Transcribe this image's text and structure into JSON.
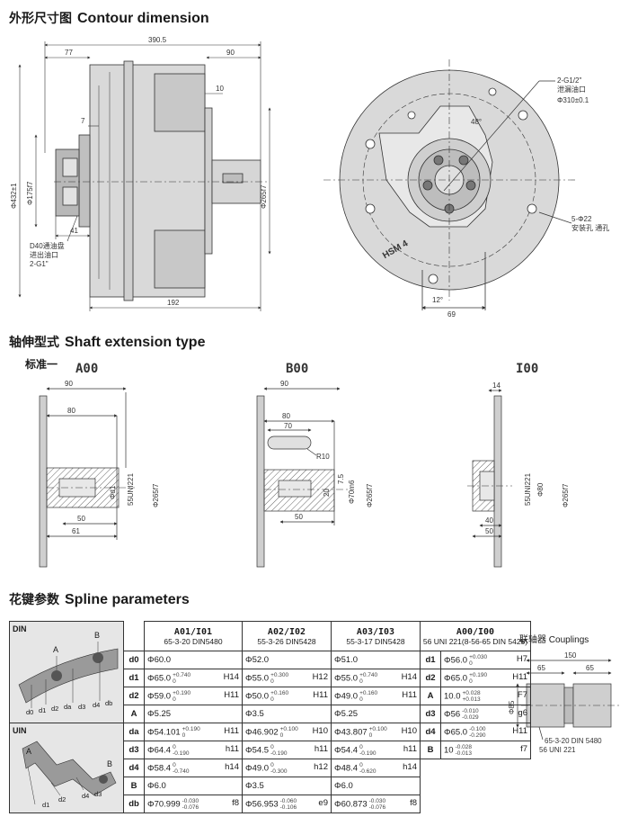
{
  "sections": {
    "contour": {
      "cn": "外形尺寸图",
      "en": "Contour dimension"
    },
    "shaft": {
      "cn": "轴伸型式",
      "en": "Shaft extension type",
      "standard": "标准一"
    },
    "spline": {
      "cn": "花键参数",
      "en": "Spline parameters"
    },
    "couplings": {
      "cn": "联轴器",
      "en": "Couplings"
    }
  },
  "contour": {
    "overall_length": "390.5",
    "d77": "77",
    "d90": "90",
    "d10": "10",
    "d7": "7",
    "d41": "41",
    "d192": "192",
    "dia432": "Φ432±1",
    "dia175": "Φ175f7",
    "dia265": "Φ265f7",
    "port_note": [
      "D40通油盘",
      "进出油口",
      "2-G1\""
    ],
    "drain_note": [
      "2-G1/2\"",
      "泄漏油口"
    ],
    "pcd": "Φ310±0.1",
    "angle48": "48°",
    "angle12": "12°",
    "d69": "69",
    "mount_note": [
      "5-Φ22",
      "安装孔 通孔"
    ],
    "model": "HSM 4"
  },
  "shafts": {
    "a00": {
      "title": "A00",
      "d90": "90",
      "d80": "80",
      "d50": "50",
      "d61": "61",
      "dia_d1": "Φd1",
      "spline": "55UNI221",
      "dia265": "Φ265f7"
    },
    "b00": {
      "title": "B00",
      "d90": "90",
      "d80": "80",
      "d70": "70",
      "r10": "R10",
      "d75": "7.5",
      "d20": "20",
      "dia70": "Φ70m6",
      "d50": "50",
      "dia265": "Φ265f7"
    },
    "i00": {
      "title": "I00",
      "d14": "14",
      "d40": "40",
      "d50": "50",
      "spline": "55UNI221",
      "dia80": "Φ80",
      "dia265": "Φ265f7"
    }
  },
  "spline": {
    "din_label": "DIN",
    "uin_label": "UIN",
    "din_fig_labels": [
      "A",
      "B",
      "d0",
      "d1",
      "d2",
      "da",
      "d3",
      "d4",
      "db"
    ],
    "uin_fig_labels": [
      "A",
      "B",
      "d2",
      "d4",
      "d3",
      "d1"
    ],
    "headers": [
      {
        "model": "A01/I01",
        "std": "65-3-20 DIN5480"
      },
      {
        "model": "A02/I02",
        "std": "55-3-26 DIN5428"
      },
      {
        "model": "A03/I03",
        "std": "55-3-17 DIN5428"
      },
      {
        "model": "A00/I00",
        "std": "56 UNI 221(8-56-65 DIN 5428)"
      }
    ],
    "rows": [
      {
        "sym": "d0",
        "c1": {
          "v": "Φ60.0",
          "t": [
            "",
            ""
          ],
          "f": ""
        },
        "c2": {
          "v": "Φ52.0",
          "t": [
            "",
            ""
          ],
          "f": ""
        },
        "c3": {
          "v": "Φ51.0",
          "t": [
            "",
            ""
          ],
          "f": ""
        },
        "s4": "d1",
        "c4": {
          "v": "Φ56.0",
          "t": [
            "+0.030",
            "0"
          ],
          "f": "H7"
        }
      },
      {
        "sym": "d1",
        "c1": {
          "v": "Φ65.0",
          "t": [
            "+0.740",
            "0"
          ],
          "f": "H14"
        },
        "c2": {
          "v": "Φ55.0",
          "t": [
            "+0.300",
            "0"
          ],
          "f": "H12"
        },
        "c3": {
          "v": "Φ55.0",
          "t": [
            "+0.740",
            "0"
          ],
          "f": "H14"
        },
        "s4": "d2",
        "c4": {
          "v": "Φ65.0",
          "t": [
            "+0.190",
            "0"
          ],
          "f": "H11"
        }
      },
      {
        "sym": "d2",
        "c1": {
          "v": "Φ59.0",
          "t": [
            "+0.190",
            "0"
          ],
          "f": "H11"
        },
        "c2": {
          "v": "Φ50.0",
          "t": [
            "+0.160",
            "0"
          ],
          "f": "H11"
        },
        "c3": {
          "v": "Φ49.0",
          "t": [
            "+0.160",
            "0"
          ],
          "f": "H11"
        },
        "s4": "A",
        "c4": {
          "v": "10.0",
          "t": [
            "+0.028",
            "+0.013"
          ],
          "f": "F7"
        }
      },
      {
        "sym": "A",
        "c1": {
          "v": "Φ5.25",
          "t": [
            "",
            ""
          ],
          "f": ""
        },
        "c2": {
          "v": "Φ3.5",
          "t": [
            "",
            ""
          ],
          "f": ""
        },
        "c3": {
          "v": "Φ5.25",
          "t": [
            "",
            ""
          ],
          "f": ""
        },
        "s4": "d3",
        "c4": {
          "v": "Φ56",
          "t": [
            "-0.010",
            "-0.029"
          ],
          "f": "g6"
        }
      },
      {
        "sym": "da",
        "c1": {
          "v": "Φ54.101",
          "t": [
            "+0.190",
            "0"
          ],
          "f": "H11"
        },
        "c2": {
          "v": "Φ46.902",
          "t": [
            "+0.100",
            "0"
          ],
          "f": "H10"
        },
        "c3": {
          "v": "Φ43.807",
          "t": [
            "+0.100",
            "0"
          ],
          "f": "H10"
        },
        "s4": "d4",
        "c4": {
          "v": "Φ65.0",
          "t": [
            "-0.100",
            "-0.290"
          ],
          "f": "H11"
        }
      },
      {
        "sym": "d3",
        "c1": {
          "v": "Φ64.4",
          "t": [
            "0",
            "-0.190"
          ],
          "f": "h11"
        },
        "c2": {
          "v": "Φ54.5",
          "t": [
            "0",
            "-0.190"
          ],
          "f": "h11"
        },
        "c3": {
          "v": "Φ54.4",
          "t": [
            "0",
            "-0.190"
          ],
          "f": "h11"
        },
        "s4": "B",
        "c4": {
          "v": "10",
          "t": [
            "-0.028",
            "-0.013"
          ],
          "f": "f7"
        }
      },
      {
        "sym": "d4",
        "c1": {
          "v": "Φ58.4",
          "t": [
            "0",
            "-0.740"
          ],
          "f": "h14"
        },
        "c2": {
          "v": "Φ49.0",
          "t": [
            "0",
            "-0.300"
          ],
          "f": "h12"
        },
        "c3": {
          "v": "Φ48.4",
          "t": [
            "0",
            "-0.620"
          ],
          "f": "h14"
        }
      },
      {
        "sym": "B",
        "c1": {
          "v": "Φ6.0",
          "t": [
            "",
            ""
          ],
          "f": ""
        },
        "c2": {
          "v": "Φ3.5",
          "t": [
            "",
            ""
          ],
          "f": ""
        },
        "c3": {
          "v": "Φ6.0",
          "t": [
            "",
            ""
          ],
          "f": ""
        }
      },
      {
        "sym": "db",
        "c1": {
          "v": "Φ70.999",
          "t": [
            "-0.030",
            "-0.076"
          ],
          "f": "f8"
        },
        "c2": {
          "v": "Φ56.953",
          "t": [
            "-0.060",
            "-0.106"
          ],
          "f": "e9"
        },
        "c3": {
          "v": "Φ60.873",
          "t": [
            "-0.030",
            "-0.076"
          ],
          "f": "f8"
        }
      }
    ]
  },
  "coupling": {
    "d150": "150",
    "d65a": "65",
    "d65b": "65",
    "dia85": "Φ85",
    "note1": "65-3-20 DIN 5480",
    "note2": "56 UNI 221"
  }
}
